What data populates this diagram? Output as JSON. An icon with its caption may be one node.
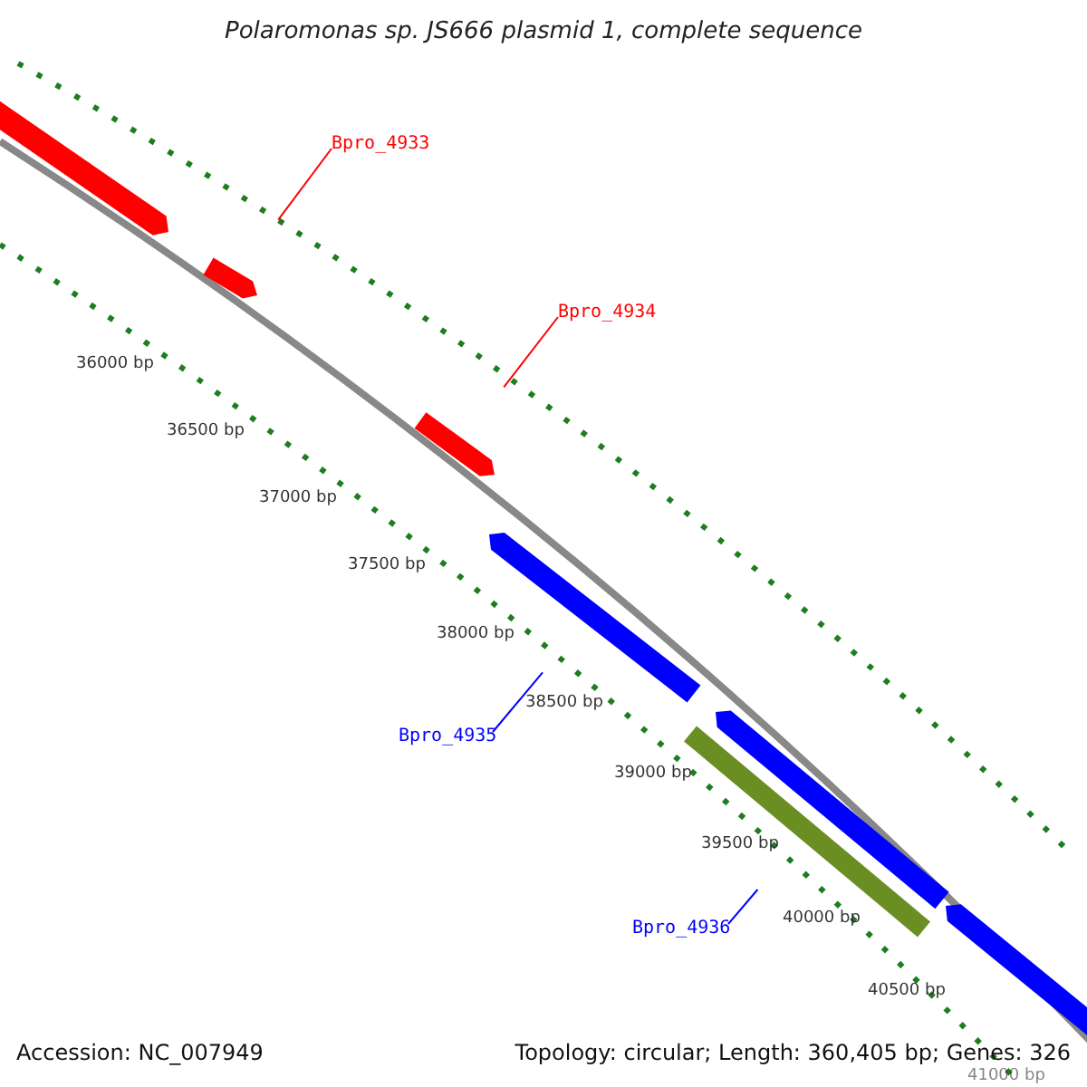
{
  "diagram": {
    "title": "Polaromonas sp. JS666 plasmid 1, complete sequence",
    "nodes": [
      {
        "text": [
          "Bpro_4933"
        ]
      },
      {
        "text": [
          "Bpro_4934"
        ]
      },
      {
        "text": [
          "Bpro_4935"
        ]
      },
      {
        "text": [
          "Bpro_4936"
        ]
      },
      {
        "text": [],
        "shape": "bar"
      },
      {
        "text": [],
        "shape": "bar"
      },
      {
        "text": [],
        "shape": "bar"
      },
      {
        "text": [],
        "shape": "bar"
      },
      {
        "text": [],
        "shape": "bar"
      },
      {
        "text": [],
        "shape": "bar"
      },
      {
        "text": [],
        "shape": "bar"
      }
    ],
    "edges": [
      {
        "from": 0,
        "to": 5,
        "arrow": "none",
        "color": "#ff0000"
      },
      {
        "from": 1,
        "to": 6,
        "arrow": "none",
        "color": "#ff0000"
      },
      {
        "from": 2,
        "to": 7,
        "arrow": "none",
        "color": "#0000ff"
      },
      {
        "from": 3,
        "to": 10,
        "arrow": "none",
        "color": "#0000ff"
      }
    ],
    "labels": [
      "36000 bp",
      "36500 bp",
      "37000 bp",
      "37500 bp",
      "38000 bp",
      "38500 bp",
      "39000 bp",
      "39500 bp",
      "40000 bp",
      "40500 bp",
      "41000 bp",
      "Accession: NC_007949",
      "Topology: circular; Length: 360,405 bp; Genes: 326"
    ]
  }
}
